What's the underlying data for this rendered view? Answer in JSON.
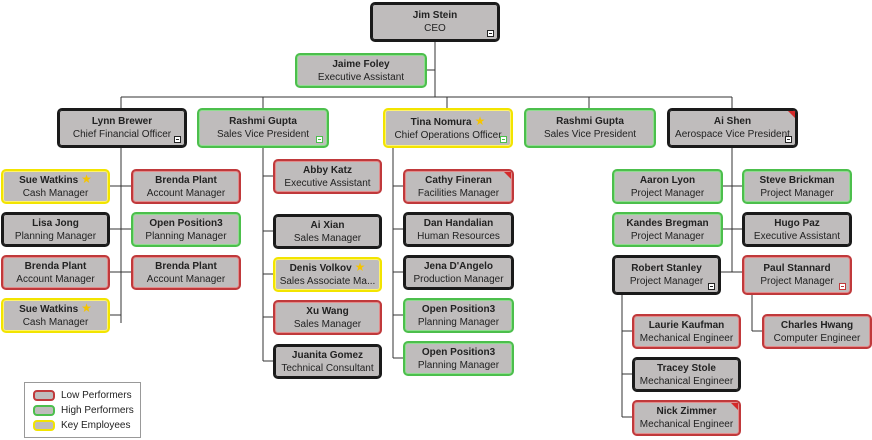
{
  "nodes": [
    {
      "id": "jim-stein",
      "name": "Jim Stein",
      "title": "CEO",
      "border": "black",
      "toggle": "black"
    },
    {
      "id": "jaime-foley",
      "name": "Jaime Foley",
      "title": "Executive Assistant",
      "border": "green"
    },
    {
      "id": "lynn-brewer",
      "name": "Lynn Brewer",
      "title": "Chief Financial Officer",
      "border": "black",
      "toggle": "black"
    },
    {
      "id": "rashmi-gupta-1",
      "name": "Rashmi Gupta",
      "title": "Sales Vice President",
      "border": "green",
      "toggle": "green"
    },
    {
      "id": "tina-nomura",
      "name": "Tina Nomura",
      "title": "Chief Operations Officer",
      "border": "yellow",
      "star": true,
      "toggle": "green"
    },
    {
      "id": "rashmi-gupta-2",
      "name": "Rashmi Gupta",
      "title": "Sales Vice President",
      "border": "green"
    },
    {
      "id": "ai-shen",
      "name": "Ai Shen",
      "title": "Aerospace Vice President",
      "border": "black",
      "toggle": "black",
      "flag": true
    },
    {
      "id": "sue-watkins-1",
      "name": "Sue Watkins",
      "title": "Cash Manager",
      "border": "yellow",
      "star": true
    },
    {
      "id": "lisa-jong",
      "name": "Lisa Jong",
      "title": "Planning Manager",
      "border": "black"
    },
    {
      "id": "brenda-plant-1",
      "name": "Brenda Plant",
      "title": "Account Manager",
      "border": "red"
    },
    {
      "id": "sue-watkins-2",
      "name": "Sue Watkins",
      "title": "Cash Manager",
      "border": "yellow",
      "star": true
    },
    {
      "id": "brenda-plant-2",
      "name": "Brenda Plant",
      "title": "Account Manager",
      "border": "red"
    },
    {
      "id": "open-position3-1",
      "name": "Open Position3",
      "title": "Planning Manager",
      "border": "green"
    },
    {
      "id": "brenda-plant-3",
      "name": "Brenda Plant",
      "title": "Account Manager",
      "border": "red"
    },
    {
      "id": "abby-katz",
      "name": "Abby Katz",
      "title": "Executive Assistant",
      "border": "red"
    },
    {
      "id": "ai-xian",
      "name": "Ai Xian",
      "title": "Sales Manager",
      "border": "black"
    },
    {
      "id": "denis-volkov",
      "name": "Denis Volkov",
      "title": "Sales Associate Ma...",
      "border": "yellow",
      "star": true
    },
    {
      "id": "xu-wang",
      "name": "Xu Wang",
      "title": "Sales Manager",
      "border": "red"
    },
    {
      "id": "juanita-gomez",
      "name": "Juanita Gomez",
      "title": "Technical Consultant",
      "border": "black"
    },
    {
      "id": "cathy-fineran",
      "name": "Cathy Fineran",
      "title": "Facilities Manager",
      "border": "red",
      "flag": true
    },
    {
      "id": "dan-handalian",
      "name": "Dan Handalian",
      "title": "Human Resources",
      "border": "black"
    },
    {
      "id": "jena-dangelo",
      "name": "Jena D'Angelo",
      "title": "Production Manager",
      "border": "black"
    },
    {
      "id": "open-position3-2",
      "name": "Open Position3",
      "title": "Planning Manager",
      "border": "green"
    },
    {
      "id": "open-position3-3",
      "name": "Open Position3",
      "title": "Planning Manager",
      "border": "green"
    },
    {
      "id": "aaron-lyon",
      "name": "Aaron Lyon",
      "title": "Project Manager",
      "border": "green"
    },
    {
      "id": "kandes-bregman",
      "name": "Kandes Bregman",
      "title": "Project Manager",
      "border": "green"
    },
    {
      "id": "robert-stanley",
      "name": "Robert Stanley",
      "title": "Project Manager",
      "border": "black",
      "toggle": "black"
    },
    {
      "id": "steve-brickman",
      "name": "Steve Brickman",
      "title": "Project Manager",
      "border": "green"
    },
    {
      "id": "hugo-paz",
      "name": "Hugo Paz",
      "title": "Executive Assistant",
      "border": "black"
    },
    {
      "id": "paul-stannard",
      "name": "Paul Stannard",
      "title": "Project Manager",
      "border": "red",
      "toggle": "red"
    },
    {
      "id": "charles-hwang",
      "name": "Charles Hwang",
      "title": "Computer Engineer",
      "border": "red"
    },
    {
      "id": "laurie-kaufman",
      "name": "Laurie Kaufman",
      "title": "Mechanical Engineer",
      "border": "red"
    },
    {
      "id": "tracey-stole",
      "name": "Tracey Stole",
      "title": "Mechanical Engineer",
      "border": "black"
    },
    {
      "id": "nick-zimmer",
      "name": "Nick Zimmer",
      "title": "Mechanical Engineer",
      "border": "red",
      "flag": true
    }
  ],
  "legend": [
    {
      "label": "Low Performers",
      "border": "red"
    },
    {
      "label": "High Performers",
      "border": "green"
    },
    {
      "label": "Key Employees",
      "border": "yellow"
    }
  ],
  "colors": {
    "node_fill": "#bfbcbc",
    "low_performer": "#c0393b",
    "high_performer": "#4cbf4c",
    "key_employee": "#f2e400",
    "default_border": "#1a1a1a",
    "star": "#f5c400",
    "flag": "#d42a2a"
  },
  "icons": {
    "key_employee": "star-icon",
    "collapse": "collapse-toggle-icon",
    "flag": "corner-flag-icon"
  }
}
